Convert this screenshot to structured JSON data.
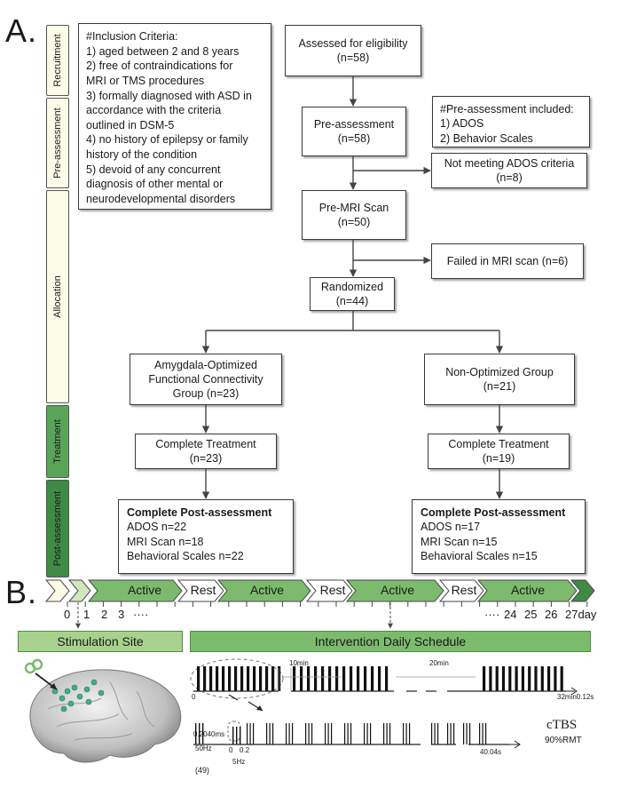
{
  "panel_a": {
    "label": "A.",
    "stages": [
      "Recruitment",
      "Pre-assessment",
      "Allocation",
      "Treatment",
      "Post-assessment"
    ],
    "inclusion_criteria": {
      "title": "#Inclusion Criteria:",
      "items": [
        "1) aged between 2 and 8 years",
        "2) free of contraindications for",
        "MRI or TMS procedures",
        "3) formally diagnosed with ASD in",
        "accordance with the criteria",
        "outlined in DSM-5",
        "4) no history of epilepsy or family",
        "history of the condition",
        "5) devoid of any concurrent",
        "diagnosis of other mental or",
        "neurodevelopmental disorders"
      ]
    },
    "pre_assessment_note": {
      "title": "#Pre-assessment included:",
      "items": [
        "1) ADOS",
        "2) Behavior Scales"
      ]
    },
    "assessed": {
      "title": "Assessed for eligibility",
      "n": "(n=58)"
    },
    "pre_assessment": {
      "title": "Pre-assessment",
      "n": "(n=58)"
    },
    "not_meeting": {
      "title": "Not meeting ADOS criteria",
      "n": "(n=8)"
    },
    "pre_mri": {
      "title": "Pre-MRI Scan",
      "n": "(n=50)"
    },
    "failed_mri": {
      "title": "Failed in MRI scan (n=6)"
    },
    "randomized": {
      "title": "Randomized",
      "n": "(n=44)"
    },
    "group_a": {
      "lines": [
        "Amygdala-Optimized",
        "Functional Connectivity",
        "Group (n=23)"
      ],
      "treatment_title": "Complete Treatment",
      "treatment_n": "(n=23)",
      "post_title": "Complete Post-assessment",
      "post_items": [
        "ADOS n=22",
        "MRI Scan n=18",
        "Behavioral Scales n=22"
      ]
    },
    "group_b": {
      "lines": [
        "Non-Optimized Group",
        "(n=21)"
      ],
      "treatment_title": "Complete Treatment",
      "treatment_n": "(n=19)",
      "post_title": "Complete Post-assessment",
      "post_items": [
        "ADOS n=17",
        "MRI Scan n=15",
        "Behavioral Scales n=15"
      ]
    }
  },
  "panel_b": {
    "label": "B.",
    "segments": [
      "Active",
      "Rest",
      "Active",
      "Rest",
      "Active",
      "Rest",
      "Active"
    ],
    "days_left": [
      "0",
      "1",
      "2",
      "3",
      "····"
    ],
    "days_right": [
      "····",
      "24",
      "25",
      "26",
      "27day"
    ],
    "stimulation_site_title": "Stimulation Site",
    "schedule_title": "Intervention Daily Schedule",
    "timing": {
      "gap1": "10min",
      "gap2": "20min",
      "end": "32min0.12s",
      "start": "0",
      "burst_interval": "0.2040ms",
      "burst_freq": "50Hz",
      "train_start": "0",
      "train_interval": "0.2",
      "train_freq": "5Hz",
      "train_end": "40.04s",
      "bottom_fragment": "(49)"
    },
    "protocol": {
      "name": "cTBS",
      "intensity": "90%RMT"
    }
  },
  "colors": {
    "stage_recruit": "#fbfbe8",
    "stage_treatment": "#5aa459",
    "stage_post": "#3f8a45",
    "timeline_active": "#7cbb6d",
    "header_fill": "#a9d18e"
  }
}
